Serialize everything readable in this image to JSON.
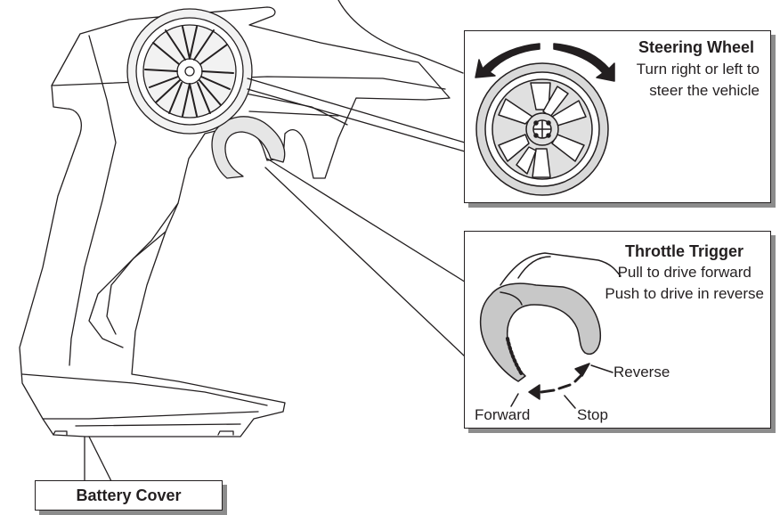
{
  "steering_wheel": {
    "title": "Steering Wheel",
    "lines": [
      "Turn right or left to",
      "steer the vehicle"
    ]
  },
  "throttle_trigger": {
    "title": "Throttle Trigger",
    "lines": [
      "Pull to drive forward",
      "Push to drive in reverse"
    ],
    "labels": {
      "reverse": "Reverse",
      "forward": "Forward",
      "stop": "Stop"
    }
  },
  "battery_cover": {
    "label": "Battery Cover"
  },
  "colors": {
    "line": "#231f20",
    "shadow": "#8c8c8c",
    "trigger_fill": "#c8c8c8",
    "wheel_fill": "#d9d9d9"
  }
}
